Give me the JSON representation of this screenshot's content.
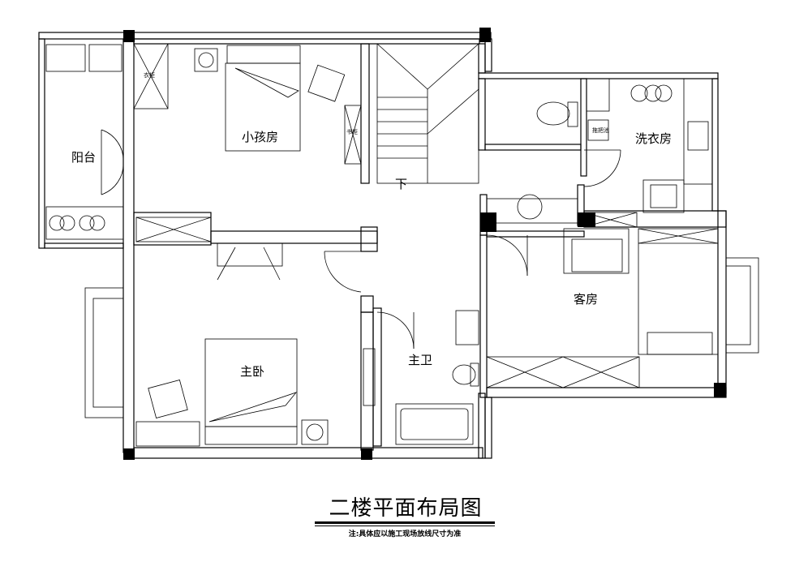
{
  "plan": {
    "rooms": {
      "balcony": "阳台",
      "kids_room": "小孩房",
      "wardrobe": "衣柜",
      "bookcase": "书柜",
      "stairs_down": "下",
      "mop_sink": "拖把池",
      "laundry": "洗衣房",
      "guest_room": "客房",
      "master_bedroom": "主卧",
      "master_bath": "主卫"
    },
    "title": "二楼平面布局图",
    "note": "注:具体应以施工现场放线尺寸为准"
  }
}
